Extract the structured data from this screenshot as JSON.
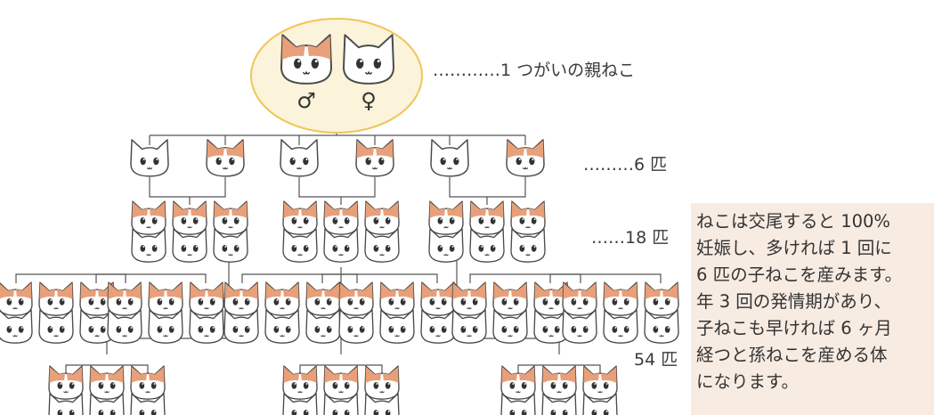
{
  "labels": {
    "parents": "…………1 つがいの親ねこ",
    "gen1": "………6 匹",
    "gen2": "……18 匹",
    "gen3": "54 匹"
  },
  "symbols": {
    "male": "♂",
    "female": "♀"
  },
  "note": {
    "lines": [
      "ねこは交尾すると 100%",
      "妊娠し、多ければ 1 回に",
      "6 匹の子ねこを産みます。",
      "年 3 回の発情期があり、",
      "子ねこも早ければ 6 ヶ月",
      "経つと孫ねこを産める体",
      "になります。"
    ]
  },
  "colors": {
    "orange_patch": "#e8a07a",
    "circle_fill": "#fbf3da",
    "circle_stroke": "#f0c55a",
    "line": "#555555",
    "note_bg": "#f7ebe2"
  },
  "icons": [
    "calico-cat-face-icon",
    "white-cat-face-icon",
    "male-symbol-icon",
    "female-symbol-icon"
  ]
}
